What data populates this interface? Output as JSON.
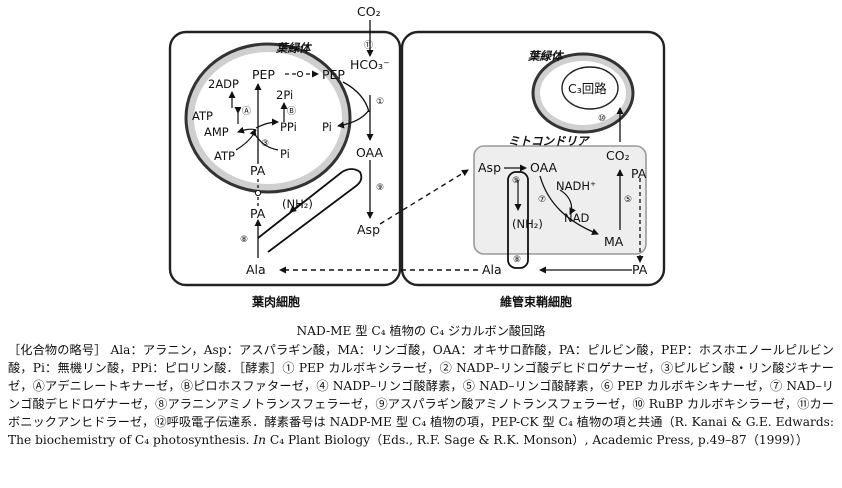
{
  "nodes": {
    "co2_top": "CO₂",
    "enz_11": "⑪",
    "hco3": "HCO₃⁻",
    "pep_right": "PEP",
    "pep_left": "PEP",
    "enz_1": "①",
    "pi_mid": "Pi",
    "oaa": "OAA",
    "enz_9_mes": "⑨",
    "asp_mes": "Asp",
    "two_adp": "2ADP",
    "two_pi": "2Pi",
    "atp_top": "ATP",
    "amp": "AMP",
    "enz_3a": "Ⓐ",
    "enz_3b": "Ⓑ",
    "ppi": "PPi",
    "enz_3": "③",
    "atp_bottom": "ATP",
    "pi_low": "Pi",
    "pa_chl": "PA",
    "pa_mes": "PA",
    "nh2_mes": "(NH₂)",
    "enz_8_mes": "⑧",
    "ala_mes": "Ala",
    "chl_mes": "葉緑体",
    "mesophyll": "葉肉細胞",
    "chl_bs": "葉緑体",
    "c3_cycle": "C₃回路",
    "enz_10": "⑩",
    "mito": "ミトコンドリア",
    "asp_bs": "Asp",
    "enz_9_bs": "⑨",
    "oaa_bs": "OAA",
    "nadh": "NADH⁺",
    "enz_7": "⑦",
    "nad": "NAD",
    "nh2_bs": "(NH₂)",
    "ma": "MA",
    "co2_bs": "CO₂",
    "pa_bs_top": "PA",
    "enz_5": "⑤",
    "enz_8_bs": "⑧",
    "ala_bs": "Ala",
    "pa_bs_bottom": "PA",
    "bundle_sheath": "維管束鞘細胞"
  },
  "caption": {
    "title": "NAD-ME 型 C₄ 植物の C₄ ジカルボン酸回路",
    "body": "［化合物の略号］ Ala：アラニン，Asp：アスパラギン酸，MA：リンゴ酸，OAA：オキサロ酢酸，PA：ピルビン酸，PEP：ホスホエノールピルビン酸，Pi：無機リン酸，PPi：ピロリン酸．［酵素］① PEP カルボキシラーゼ，② NADP–リンゴ酸デヒドロゲナーゼ，③ピルビン酸・リン酸ジキナーゼ，Ⓐアデニレートキナーゼ，Ⓑピロホスファターゼ，④ NADP–リンゴ酸酵素，⑤ NAD–リンゴ酸酵素，⑥ PEP カルボキシキナーゼ，⑦ NAD–リンゴ酸デヒドロゲナーゼ，⑧アラニンアミノトランスフェラーゼ，⑨アスパラギン酸アミノトランスフェラーゼ，⑩ RuBP カルボキシラーゼ，⑪カーボニックアンヒドラーゼ，⑫呼吸電子伝達系．酵素番号は NADP-ME 型 C₄ 植物の項，PEP-CK 型 C₄ 植物の項と共通（R. Kanai & G.E. Edwards: The biochemistry of C₄ photosynthesis.",
    "ref_in": "In",
    "ref_tail": " C₄ Plant Biology（Eds., R.F. Sage & R.K. Monson）, Academic Press, p.49–87（1999））"
  }
}
